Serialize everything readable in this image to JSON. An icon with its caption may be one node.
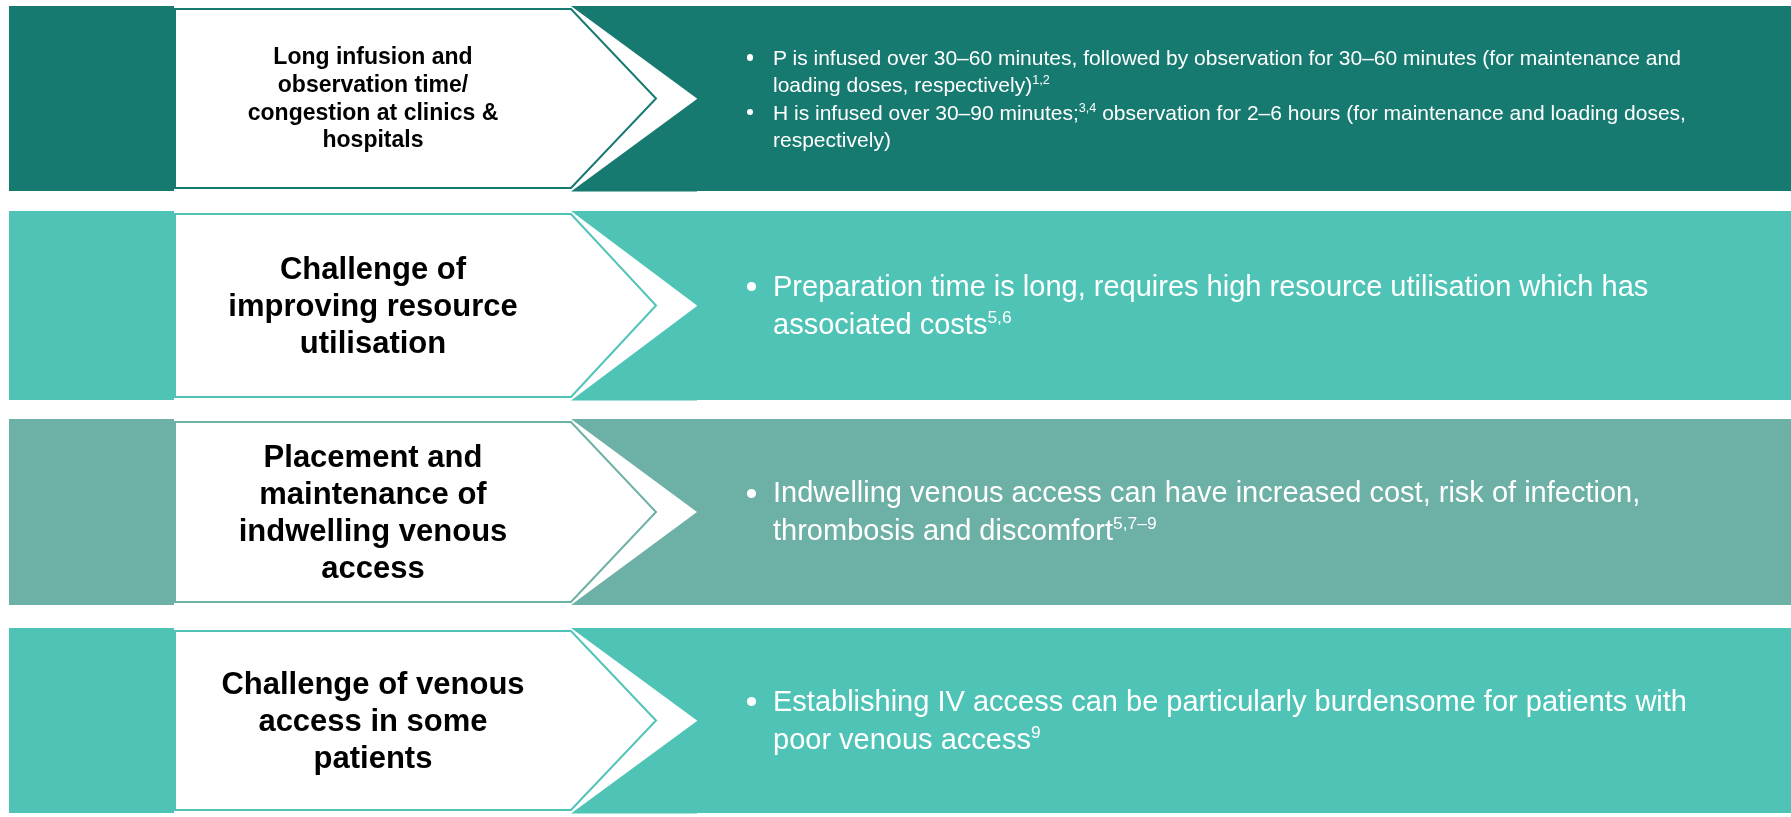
{
  "diagram": {
    "nodes": [
      {
        "text": [
          "Long infusion and observation time/ congestion at clinics & hospitals"
        ]
      },
      {
        "text": [
          "P is infused over 30–60 minutes, followed by observation for 30–60 minutes (for maintenance and loading doses, respectively)$^{1,2}$",
          "H is infused over 30–90 minutes;$^{3,4}$ observation for 2–6 hours (for maintenance and loading doses, respectively)"
        ]
      },
      {
        "text": [
          "Challenge of improving resource utilisation"
        ]
      },
      {
        "text": [
          "Preparation time is long, requires high resource utilisation which has associated costs$^{5,6}$"
        ]
      },
      {
        "text": [
          "Placement and maintenance of indwelling venous access"
        ]
      },
      {
        "text": [
          "Indwelling venous access can have increased cost, risk of infection, thrombosis and discomfort$^{5,7–9}$"
        ]
      },
      {
        "text": [
          "Challenge of venous access in some patients"
        ]
      },
      {
        "text": [
          "Establishing IV access can be particularly burdensome for patients with poor venous access$^{9}$"
        ]
      }
    ]
  }
}
